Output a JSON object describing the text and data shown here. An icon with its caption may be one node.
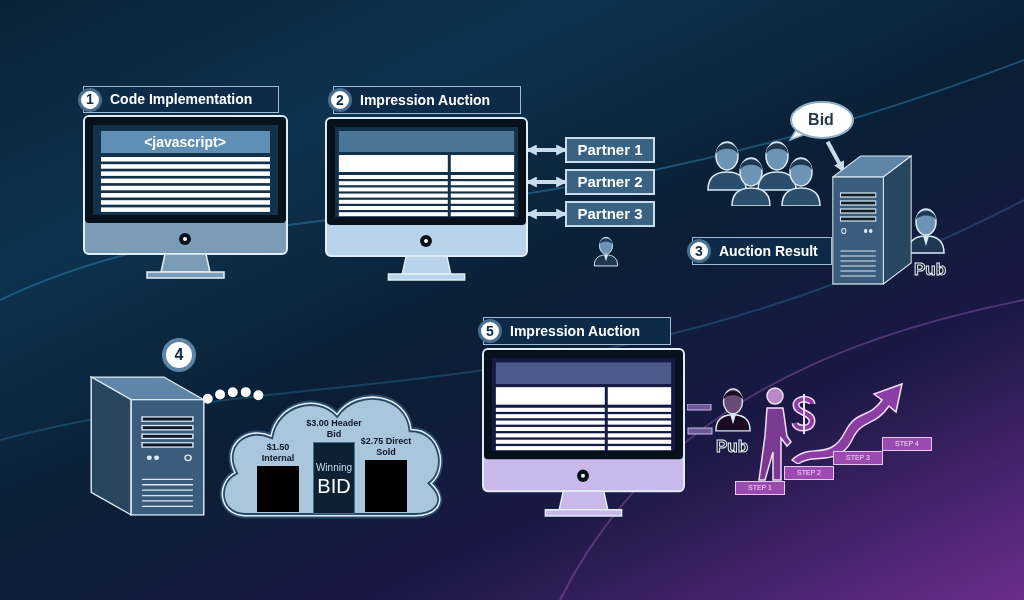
{
  "diagram": {
    "nodes": [
      {
        "text": [
          "1",
          "Code Implementation"
        ]
      },
      {
        "text": [
          "<javascript>"
        ]
      },
      {
        "text": [
          "2",
          "Impression Auction"
        ]
      },
      {
        "text": [],
        "shape": "picture"
      },
      {
        "text": [
          "Partner 1"
        ]
      },
      {
        "text": [
          "Partner 2"
        ]
      },
      {
        "text": [
          "Partner 3"
        ]
      },
      {
        "text": [
          "Bid"
        ]
      },
      {
        "text": [
          "3",
          "Auction Result"
        ]
      },
      {
        "text": [],
        "shape": "picture",
        "beside": [
          "Pub"
        ]
      },
      {
        "text": [
          "4"
        ]
      },
      {
        "text": [],
        "shape": "picture"
      },
      {
        "text": [],
        "shape": "cloud"
      },
      {
        "text": [
          "$1.50 Internal"
        ],
        "in": 12
      },
      {
        "text": [
          "$3.00 Header Bid",
          "Winning",
          "BID"
        ],
        "in": 12
      },
      {
        "text": [
          "$2.75 Direct Sold"
        ],
        "in": 12
      },
      {
        "text": [
          "5",
          "Impression Auction"
        ]
      },
      {
        "text": [],
        "shape": "picture"
      },
      {
        "text": [
          "STEP 1"
        ]
      },
      {
        "text": [
          "STEP 2"
        ]
      },
      {
        "text": [
          "STEP 3"
        ]
      },
      {
        "text": [
          "STEP 4"
        ]
      }
    ],
    "edges": [
      {
        "from": 3,
        "to": 4,
        "arrow": "both"
      },
      {
        "from": 3,
        "to": 5,
        "arrow": "both"
      },
      {
        "from": 3,
        "to": 6,
        "arrow": "both"
      },
      {
        "from": 7,
        "to": 9,
        "arrow": "to"
      },
      {
        "from": 11,
        "to": 12,
        "arrow": "none",
        "style": "dashed"
      }
    ],
    "labels": [
      "Pub"
    ]
  }
}
